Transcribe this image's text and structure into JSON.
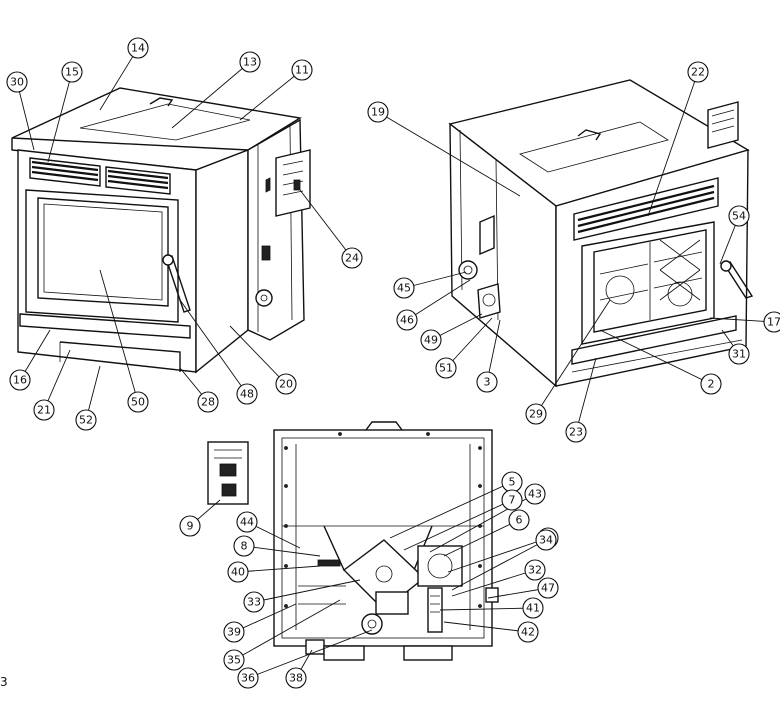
{
  "diagram": {
    "callouts": [
      {
        "label": "30"
      },
      {
        "label": "15"
      },
      {
        "label": "14"
      },
      {
        "label": "13"
      },
      {
        "label": "11"
      },
      {
        "label": "24"
      },
      {
        "label": "20"
      },
      {
        "label": "48"
      },
      {
        "label": "28"
      },
      {
        "label": "50"
      },
      {
        "label": "52"
      },
      {
        "label": "21"
      },
      {
        "label": "16"
      },
      {
        "label": "19"
      },
      {
        "label": "22"
      },
      {
        "label": "54"
      },
      {
        "label": "17"
      },
      {
        "label": "31"
      },
      {
        "label": "2"
      },
      {
        "label": "23"
      },
      {
        "label": "29"
      },
      {
        "label": "3"
      },
      {
        "label": "51"
      },
      {
        "label": "49"
      },
      {
        "label": "46"
      },
      {
        "label": "45"
      },
      {
        "label": "9"
      },
      {
        "label": "44"
      },
      {
        "label": "8"
      },
      {
        "label": "40"
      },
      {
        "label": "33"
      },
      {
        "label": "39"
      },
      {
        "label": "35"
      },
      {
        "label": "36"
      },
      {
        "label": "38"
      },
      {
        "label": "5"
      },
      {
        "label": "7"
      },
      {
        "label": "43"
      },
      {
        "label": "6"
      },
      {
        "label": "4"
      },
      {
        "label": "34"
      },
      {
        "label": "32"
      },
      {
        "label": "47"
      },
      {
        "label": "41"
      },
      {
        "label": "42"
      }
    ],
    "margin_mark": "3"
  }
}
